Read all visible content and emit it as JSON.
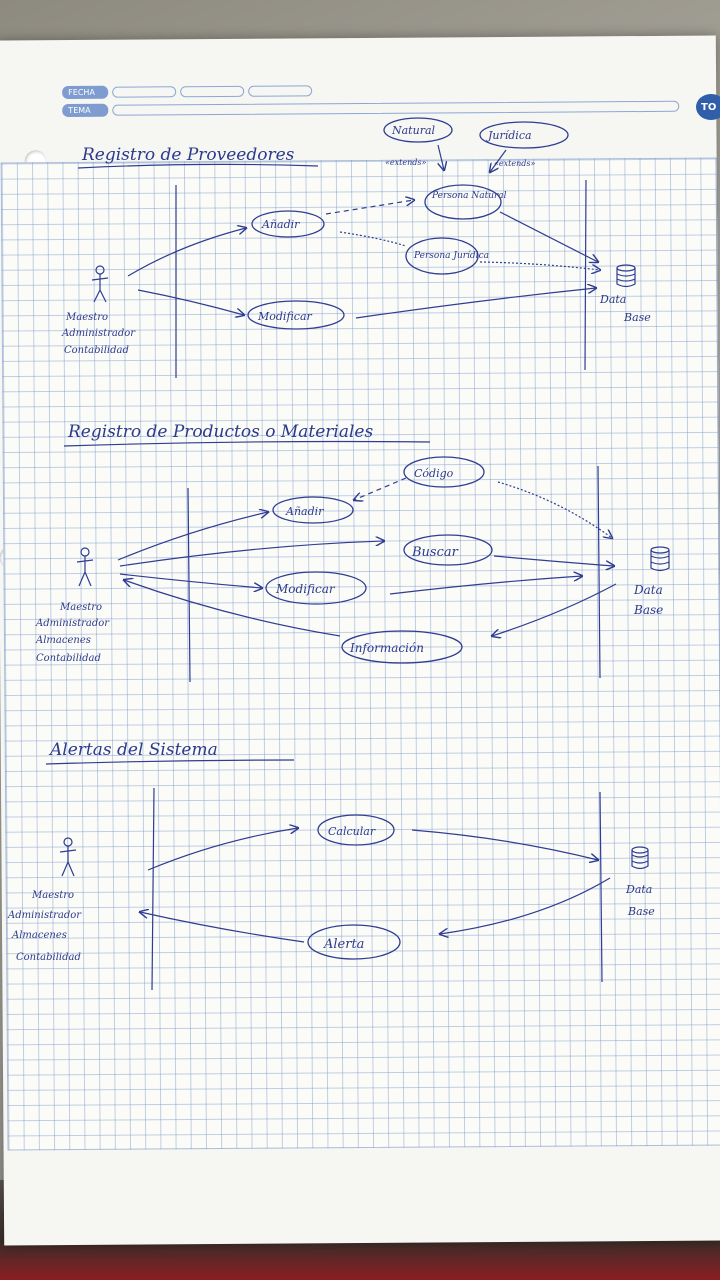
{
  "form": {
    "fecha_label": "FECHA",
    "tema_label": "TEMA",
    "brand_fragment": "TO"
  },
  "diagrams": [
    {
      "title": "Registro de Proveedores",
      "actor_lines": [
        "Maestro",
        "Administrador",
        "Contabilidad"
      ],
      "use_cases": [
        "Añadir",
        "Modificar",
        "Persona Natural",
        "Persona Jurídica"
      ],
      "extensions": [
        "Natural",
        "Jurídica"
      ],
      "stereotype": "«extends»",
      "database": [
        "Data",
        "Base"
      ]
    },
    {
      "title": "Registro de Productos o Materiales",
      "actor_lines": [
        "Maestro",
        "Administrador",
        "Almacenes",
        "Contabilidad"
      ],
      "use_cases": [
        "Código",
        "Añadir",
        "Buscar",
        "Modificar",
        "Información"
      ],
      "database": [
        "Data",
        "Base"
      ]
    },
    {
      "title": "Alertas del Sistema",
      "actor_lines": [
        "Maestro",
        "Administrador",
        "Almacenes",
        "Contabilidad"
      ],
      "use_cases": [
        "Calcular",
        "Alerta"
      ],
      "database": [
        "Data",
        "Base"
      ]
    }
  ],
  "colors": {
    "ink": "#2f3d92",
    "grid": "#7896c8",
    "form_accent": "#7e9ccf"
  }
}
